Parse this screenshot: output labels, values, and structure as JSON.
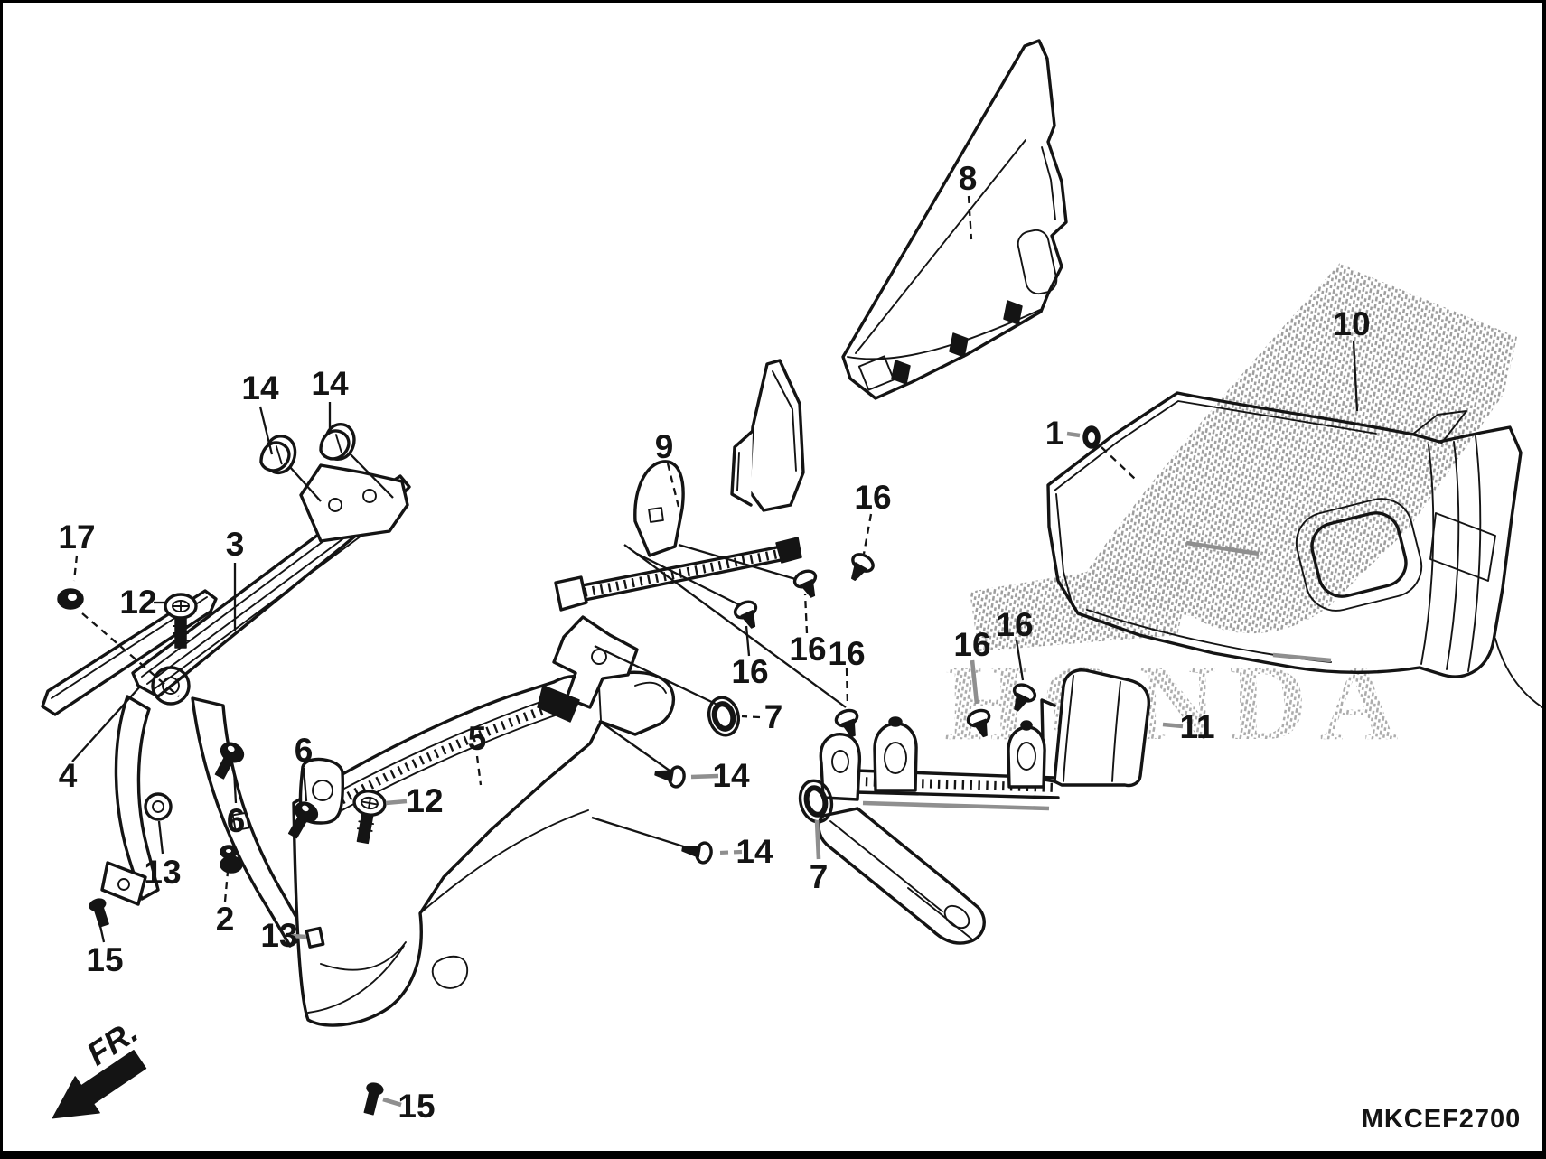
{
  "figure": {
    "title_code": "MKCEF2700",
    "direction_indicator": {
      "label": "FR.",
      "icon": "front-direction-arrow"
    },
    "watermark_text": "HONDA",
    "colors": {
      "line": "#141414",
      "leader_gray": "#8f8f8f",
      "halftone_dot": "#9e9e9e",
      "background": "#ffffff"
    },
    "callouts": [
      {
        "label": "14"
      },
      {
        "label": "14"
      },
      {
        "label": "17"
      },
      {
        "label": "12"
      },
      {
        "label": "3"
      },
      {
        "label": "4"
      },
      {
        "label": "13"
      },
      {
        "label": "15"
      },
      {
        "label": "2"
      },
      {
        "label": "6"
      },
      {
        "label": "6"
      },
      {
        "label": "12"
      },
      {
        "label": "5"
      },
      {
        "label": "13"
      },
      {
        "label": "15"
      },
      {
        "label": "9"
      },
      {
        "label": "16"
      },
      {
        "label": "16"
      },
      {
        "label": "16"
      },
      {
        "label": "16"
      },
      {
        "label": "16"
      },
      {
        "label": "16"
      },
      {
        "label": "7"
      },
      {
        "label": "7"
      },
      {
        "label": "14"
      },
      {
        "label": "14"
      },
      {
        "label": "8"
      },
      {
        "label": "1"
      },
      {
        "label": "10"
      },
      {
        "label": "11"
      }
    ]
  }
}
